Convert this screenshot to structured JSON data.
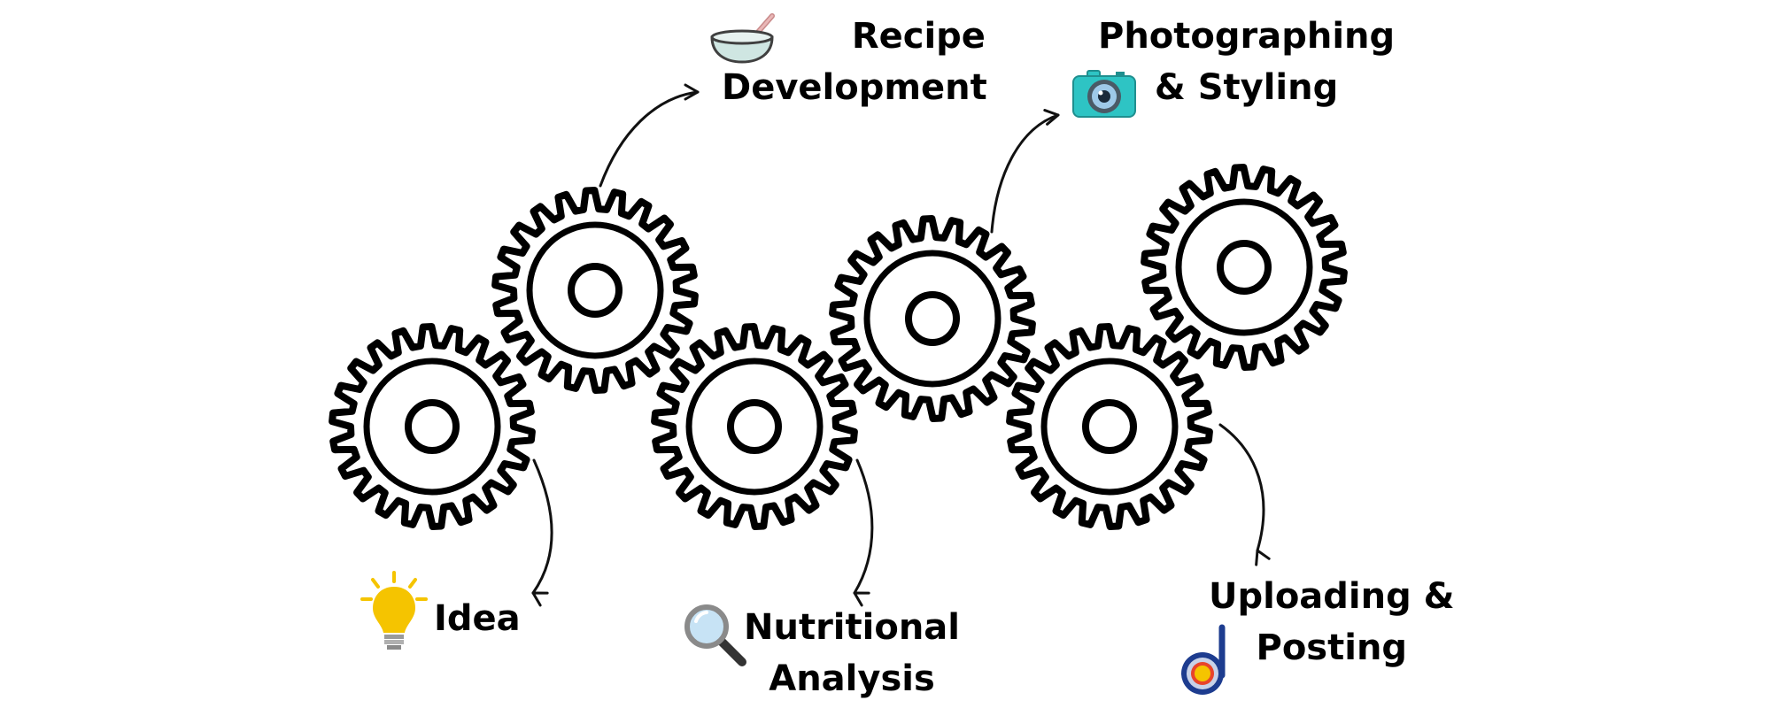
{
  "diagram": {
    "steps": [
      {
        "id": "idea",
        "label_lines": [
          "Idea"
        ],
        "icon": "lightbulb-icon"
      },
      {
        "id": "recipe",
        "label_lines": [
          "Recipe",
          "Development"
        ],
        "icon": "mixing-bowl-icon"
      },
      {
        "id": "nutrition",
        "label_lines": [
          "Nutritional",
          "Analysis"
        ],
        "icon": "magnifying-glass-icon"
      },
      {
        "id": "photo",
        "label_lines": [
          "Photographing",
          "& Styling"
        ],
        "icon": "camera-icon"
      },
      {
        "id": "upload",
        "label_lines": [
          "Uploading &",
          "Posting"
        ],
        "icon": "upload-logo-icon"
      }
    ],
    "gear_count": 6,
    "colors": {
      "gear_stroke": "#000000",
      "bulb": "#f5c400",
      "bowl": "#cfe6e2",
      "camera": "#2ec4c4",
      "lens": "#9ec9e8",
      "logo_ring": "#1d3c8f",
      "logo_core": "#f5c400"
    }
  }
}
